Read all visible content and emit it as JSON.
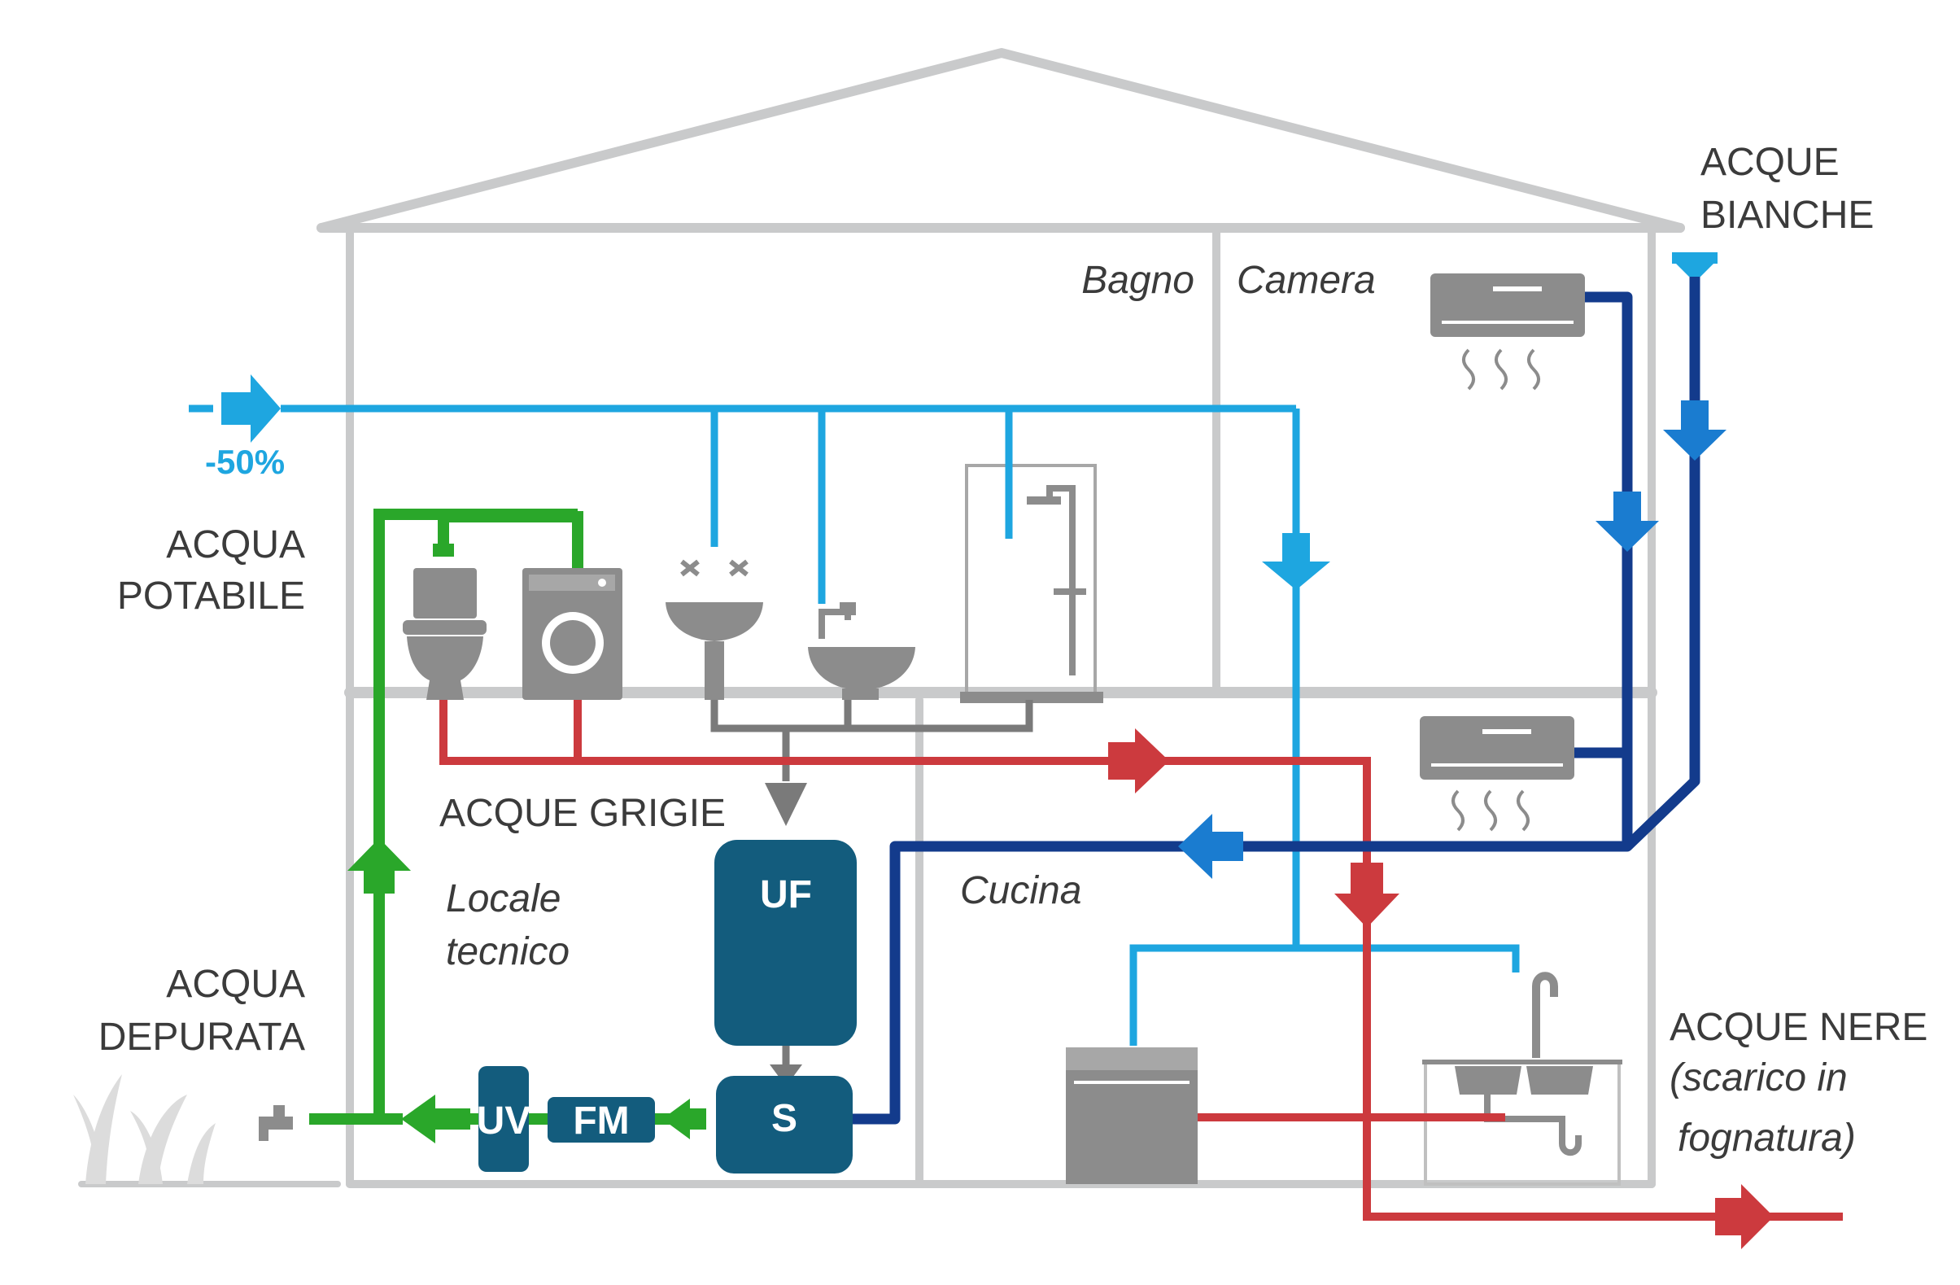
{
  "labels": {
    "acqua_potabile": [
      "ACQUA",
      "POTABILE"
    ],
    "percent": "-50%",
    "acque_bianche": [
      "ACQUE",
      "BIANCHE"
    ],
    "acque_grigie": "ACQUE GRIGIE",
    "acqua_depurata": [
      "ACQUA",
      "DEPURATA"
    ],
    "acque_nere": [
      "ACQUE NERE",
      "(scarico in",
      "fognatura)"
    ]
  },
  "rooms": {
    "bagno": "Bagno",
    "camera": "Camera",
    "cucina": "Cucina",
    "locale_tecnico": [
      "Locale",
      "tecnico"
    ]
  },
  "units": {
    "uf": "UF",
    "s": "S",
    "fm": "FM",
    "uv": "UV"
  },
  "colors": {
    "house": "#c9cacb",
    "fixture": "#8c8c8c",
    "potable": "#1ea6e0",
    "green": "#2aa72a",
    "red": "#cc3a3e",
    "navy": "#133b8c",
    "unit": "#135c7d",
    "arrow_blue_mid": "#1a7cd0",
    "text": "#3b3b3b"
  }
}
